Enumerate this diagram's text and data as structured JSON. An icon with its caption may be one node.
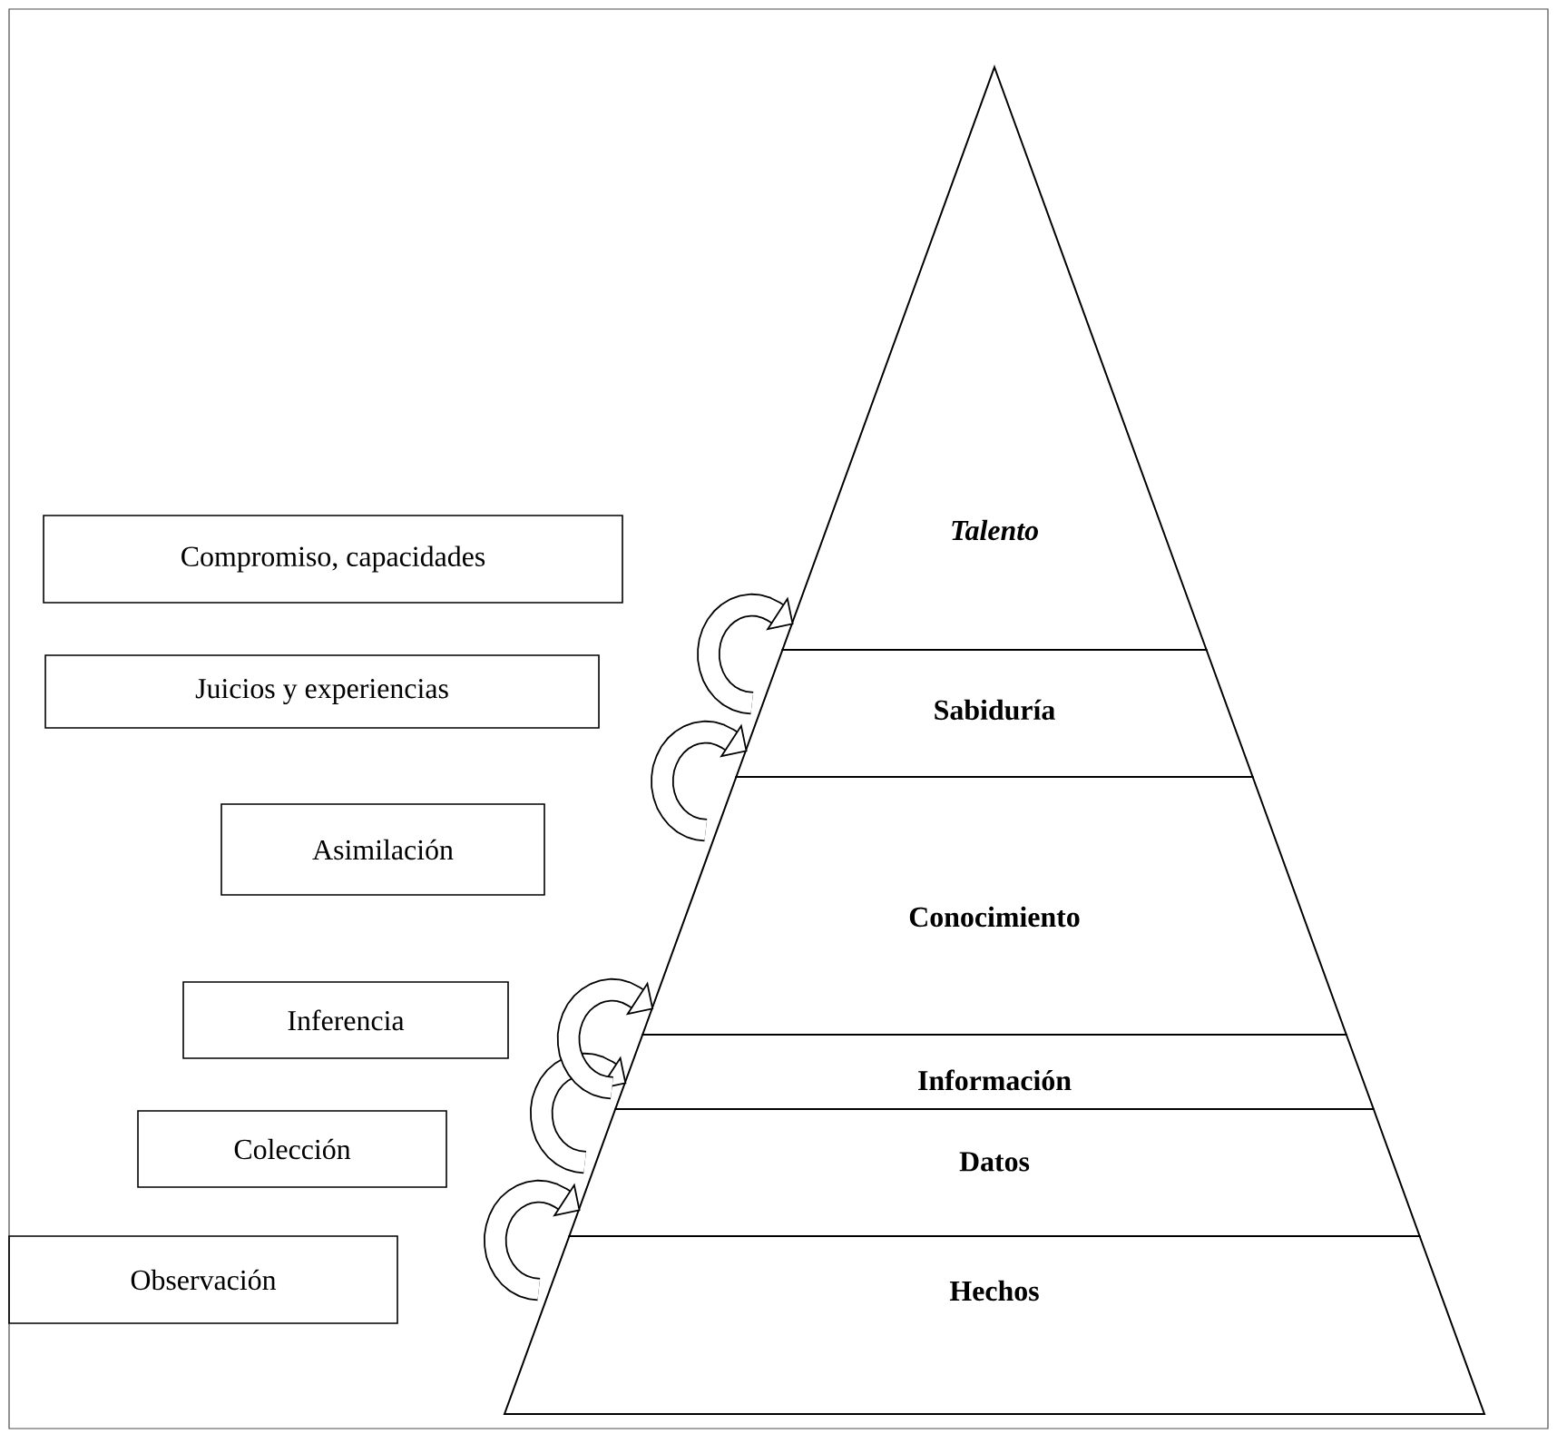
{
  "diagram": {
    "nodes": [
      {
        "text": [
          "*Talento*"
        ]
      },
      {
        "text": [
          "Sabiduría"
        ]
      },
      {
        "text": [
          "Conocimiento"
        ]
      },
      {
        "text": [
          "Información"
        ]
      },
      {
        "text": [
          "Datos"
        ]
      },
      {
        "text": [
          "Hechos"
        ]
      },
      {
        "text": [
          "Compromiso, capacidades"
        ]
      },
      {
        "text": [
          "Juicios y experiencias"
        ]
      },
      {
        "text": [
          "Asimilación"
        ]
      },
      {
        "text": [
          "Inferencia"
        ]
      },
      {
        "text": [
          "Colección"
        ]
      },
      {
        "text": [
          "Observación"
        ]
      }
    ],
    "edges": [
      {
        "from": 5,
        "to": 4,
        "arrow": "to"
      },
      {
        "from": 4,
        "to": 3,
        "arrow": "to"
      },
      {
        "from": 3,
        "to": 2,
        "arrow": "to"
      },
      {
        "from": 2,
        "to": 1,
        "arrow": "to"
      },
      {
        "from": 1,
        "to": 0,
        "arrow": "to"
      }
    ]
  }
}
